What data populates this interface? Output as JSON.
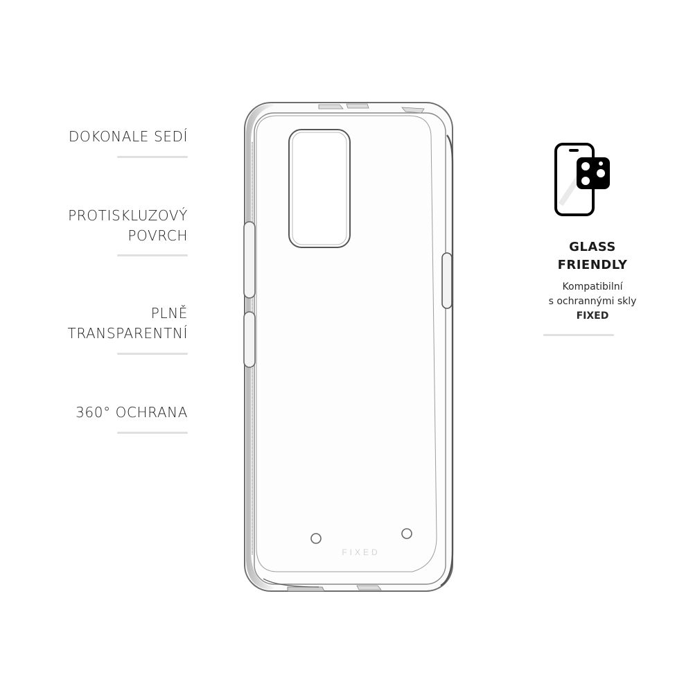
{
  "features": [
    {
      "label": "DOKONALE SEDÍ"
    },
    {
      "label": "PROTISKLUZOVÝ\nPOVRCH"
    },
    {
      "label": "PLNĚ\nTRANSPARENTNÍ"
    },
    {
      "label": "360° OCHRANA"
    }
  ],
  "product": {
    "name": "transparent-phone-case",
    "logo_text": "FIXED"
  },
  "glass_friendly": {
    "icon": "phone-with-camera-glass-icon",
    "title_line1": "GLASS",
    "title_line2": "FRIENDLY",
    "subtitle_line1": "Kompatibilní",
    "subtitle_line2": "s ochrannými skly",
    "brand": "FIXED"
  },
  "colors": {
    "divider": "#e0e0e0",
    "text": "#1f1f1f",
    "icon": "#000000"
  }
}
